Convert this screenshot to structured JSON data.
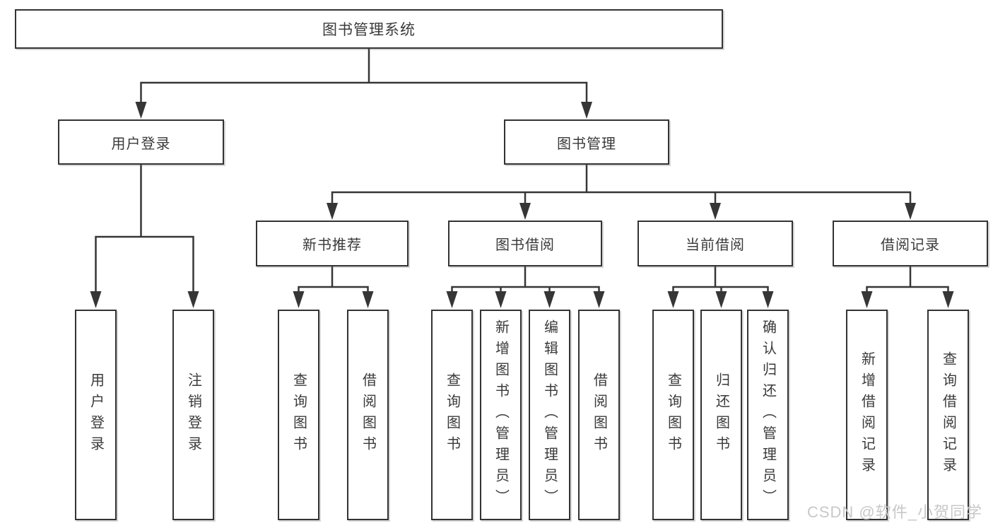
{
  "tree": {
    "root": {
      "label": "图书管理系统"
    },
    "branches": [
      {
        "label": "用户登录",
        "children": [
          {
            "label": "用户登录"
          },
          {
            "label": "注销登录"
          }
        ]
      },
      {
        "label": "图书管理",
        "sections": [
          {
            "label": "新书推荐",
            "children": [
              {
                "label": "查询图书"
              },
              {
                "label": "借阅图书"
              }
            ]
          },
          {
            "label": "图书借阅",
            "children": [
              {
                "label": "查询图书"
              },
              {
                "label": "新增图书（管理员）"
              },
              {
                "label": "编辑图书（管理员）"
              },
              {
                "label": "借阅图书"
              }
            ]
          },
          {
            "label": "当前借阅",
            "children": [
              {
                "label": "查询图书"
              },
              {
                "label": "归还图书"
              },
              {
                "label": "确认归还（管理员）"
              }
            ]
          },
          {
            "label": "借阅记录",
            "children": [
              {
                "label": "新增借阅记录"
              },
              {
                "label": "查询借阅记录"
              }
            ]
          }
        ]
      }
    ]
  },
  "watermark": {
    "text": "CSDN @软件_小贺同学"
  },
  "colors": {
    "background": "#ffffff",
    "line": "#363636",
    "box_border": "#333333",
    "text": "#3a3a3a",
    "watermark": "#c8c8c8"
  }
}
